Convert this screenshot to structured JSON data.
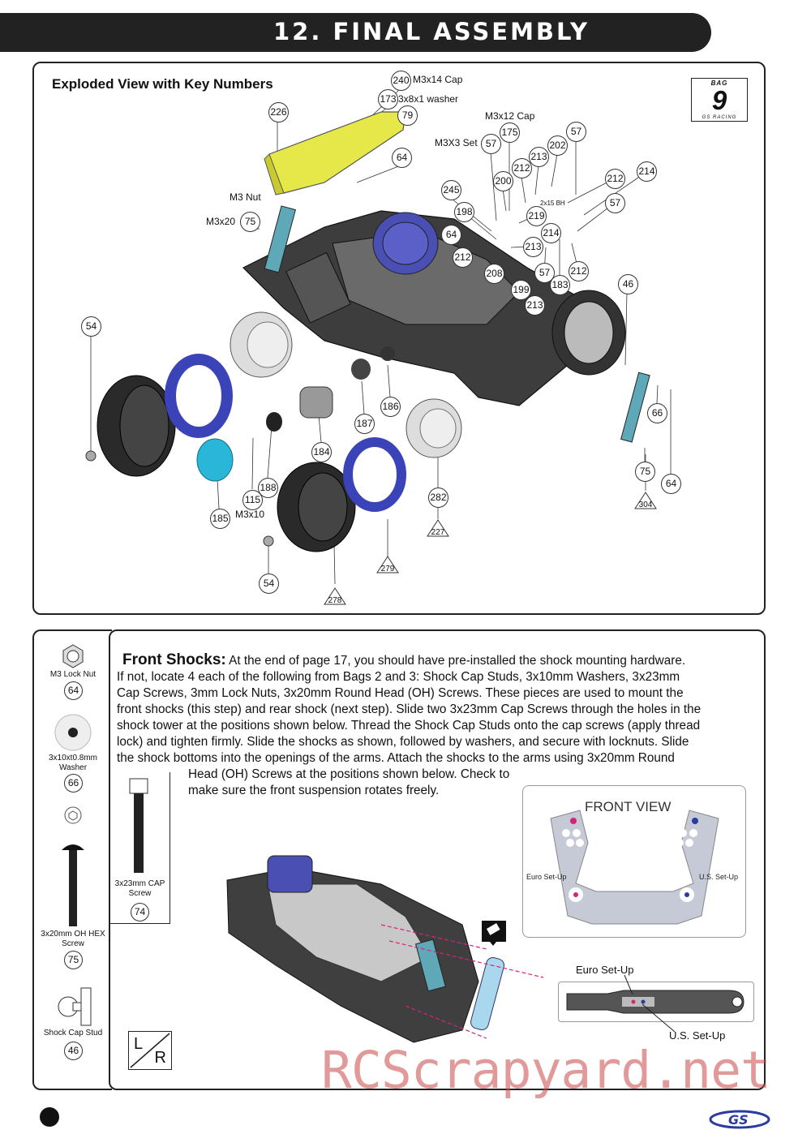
{
  "header": {
    "title": "12. FINAL ASSEMBLY"
  },
  "exploded": {
    "title": "Exploded View with Key Numbers",
    "bag": {
      "word": "BAG",
      "number": "9",
      "brand": "GS RACING"
    },
    "labels": {
      "m3x14": "M3x14 Cap",
      "washer": "3x8x1 washer",
      "m3x12": "M3x12 Cap",
      "m3x3": "M3X3 Set",
      "m3nut": "M3 Nut",
      "m3x20": "M3x20",
      "m3x10": "M3x10",
      "bh": "2x15 BH"
    },
    "keys": {
      "k240": "240",
      "k173": "173",
      "k79": "79",
      "k226": "226",
      "k64a": "64",
      "k175": "175",
      "k57a": "57",
      "k57b": "57",
      "k202": "202",
      "k213a": "213",
      "k212a": "212",
      "k200": "200",
      "k212b": "212",
      "k214a": "214",
      "k245": "245",
      "k57c": "57",
      "k198": "198",
      "k219": "219",
      "k75a": "75",
      "k64b": "64",
      "k214b": "214",
      "k213b": "213",
      "k212c": "212",
      "k208": "208",
      "k57d": "57",
      "k212d": "212",
      "k183": "183",
      "k199": "199",
      "k213c": "213",
      "k46": "46",
      "k54a": "54",
      "k186": "186",
      "k187": "187",
      "k66": "66",
      "k184": "184",
      "k188": "188",
      "k115": "115",
      "k75b": "75",
      "k282": "282",
      "k64c": "64",
      "k185": "185",
      "k54b": "54"
    },
    "triangles": {
      "t304": "304",
      "t227": "227",
      "t279": "279",
      "t278": "278"
    }
  },
  "sidebar": {
    "items": [
      {
        "label": "M3 Lock Nut",
        "num": "64"
      },
      {
        "label": "3x10xt0.8mm Washer",
        "num": "66"
      },
      {
        "label": "3x20mm OH HEX Screw",
        "num": "75"
      },
      {
        "label": "Shock Cap Stud",
        "num": "46"
      }
    ],
    "lr": {
      "l": "L",
      "r": "R"
    }
  },
  "capscrew": {
    "label": "3x23mm CAP Screw",
    "num": "74"
  },
  "instructions": {
    "title": "Front Shocks:",
    "line1": "At the end of page 17, you should have pre-installed the shock mounting hardware.",
    "line2": "If not, locate 4 each of the following from Bags 2 and 3: Shock Cap Studs, 3x10mm Washers, 3x23mm",
    "line3": "Cap Screws, 3mm Lock Nuts, 3x20mm Round Head (OH) Screws. These pieces are used to mount the",
    "line4": "front shocks (this step) and rear shock (next step). Slide two 3x23mm Cap Screws through the holes in the",
    "line5": "shock tower at the positions shown below. Thread the Shock Cap Studs onto the cap screws (apply thread",
    "line6": "lock) and tighten firmly. Slide the shocks as shown, followed by washers, and secure with locknuts. Slide",
    "line7": "the shock bottoms into the openings of the arms. Attach the shocks to the arms using 3x20mm Round",
    "line8": "Head (OH) Screws at the positions shown below. Check to",
    "line9": "make sure the front suspension rotates freely."
  },
  "frontview": {
    "title": "FRONT VIEW",
    "euro": "Euro Set-Up",
    "us": "U.S. Set-Up"
  },
  "armview": {
    "euro": "Euro Set-Up",
    "us": "U.S. Set-Up"
  },
  "watermark": "RCScrapyard.net",
  "colors": {
    "wing": "#e6e84a",
    "engine": "#4a4fb3",
    "rim_blue": "#3a44b8",
    "cyan": "#29b6d8",
    "magenta": "#d6237a"
  }
}
